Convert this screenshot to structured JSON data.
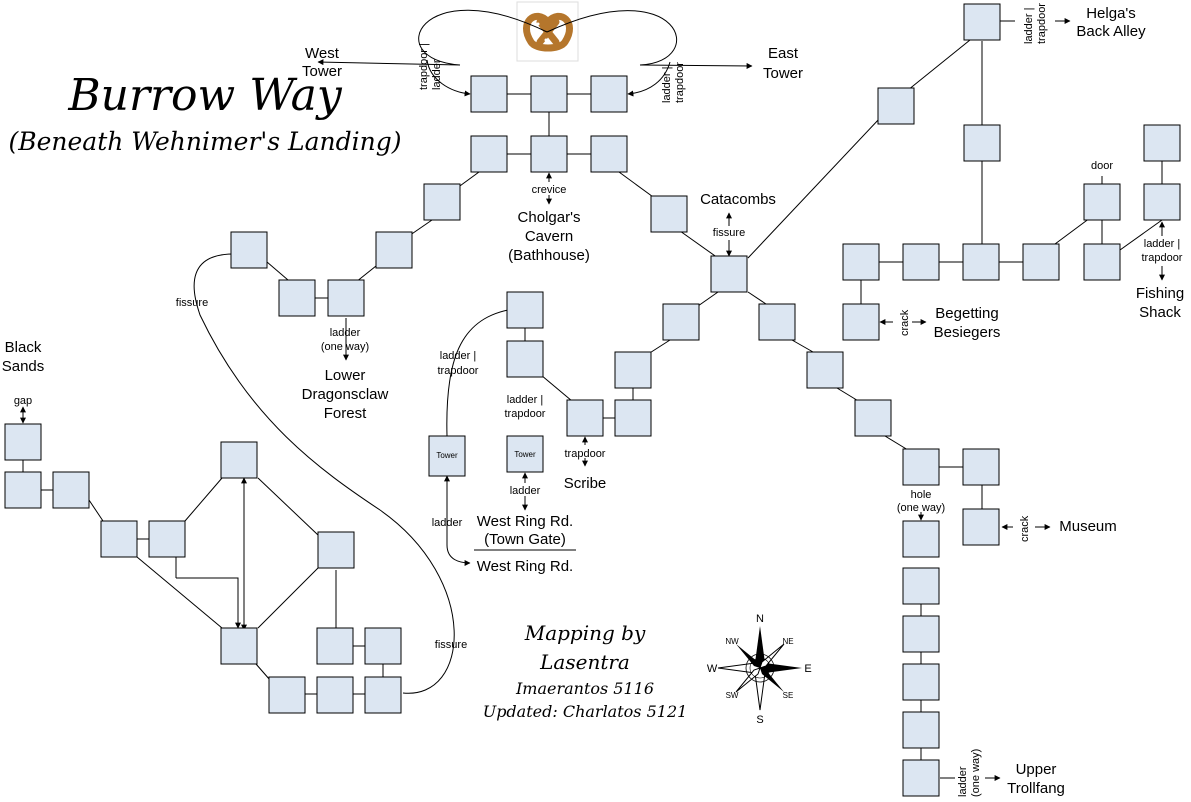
{
  "title": "Burrow Way",
  "subtitle": "(Beneath Wehnimer's Landing)",
  "credits": {
    "line1": "Mapping by",
    "line2": "Lasentra",
    "line3": "Imaerantos 5116",
    "line4": "Updated: Charlatos 5121"
  },
  "destinations": {
    "west_tower": [
      "West",
      "Tower"
    ],
    "east_tower": [
      "East",
      "Tower"
    ],
    "helgas": [
      "Helga's",
      "Back Alley"
    ],
    "cholgars": [
      "Cholgar's",
      "Cavern",
      "(Bathhouse)"
    ],
    "catacombs": "Catacombs",
    "black_sands": [
      "Black",
      "Sands"
    ],
    "lower_dragonsclaw": [
      "Lower",
      "Dragonsclaw",
      "Forest"
    ],
    "scribe": "Scribe",
    "west_ring_gate": [
      "West Ring Rd.",
      "(Town Gate)"
    ],
    "west_ring": "West Ring Rd.",
    "begetting": [
      "Begetting",
      "Besiegers"
    ],
    "fishing_shack": [
      "Fishing",
      "Shack"
    ],
    "museum": "Museum",
    "upper_trollfang": [
      "Upper",
      "Trollfang"
    ]
  },
  "connectors": {
    "trapdoor_ladder": [
      "trapdoor |",
      "ladder"
    ],
    "ladder_trapdoor_v": [
      "ladder |",
      "trapdoor"
    ],
    "crevice": "crevice",
    "fissure": "fissure",
    "gap": "gap",
    "ladder_one_way": [
      "ladder",
      "(one way)"
    ],
    "ladder_trapdoor": [
      "ladder |",
      "trapdoor"
    ],
    "trapdoor": "trapdoor",
    "ladder": "ladder",
    "crack": "crack",
    "door": "door",
    "hole_one_way": [
      "hole",
      "(one way)"
    ]
  },
  "tower_label": "Tower",
  "compass": {
    "n": "N",
    "s": "S",
    "e": "E",
    "w": "W",
    "ne": "NE",
    "nw": "NW",
    "se": "SE",
    "sw": "SW"
  }
}
